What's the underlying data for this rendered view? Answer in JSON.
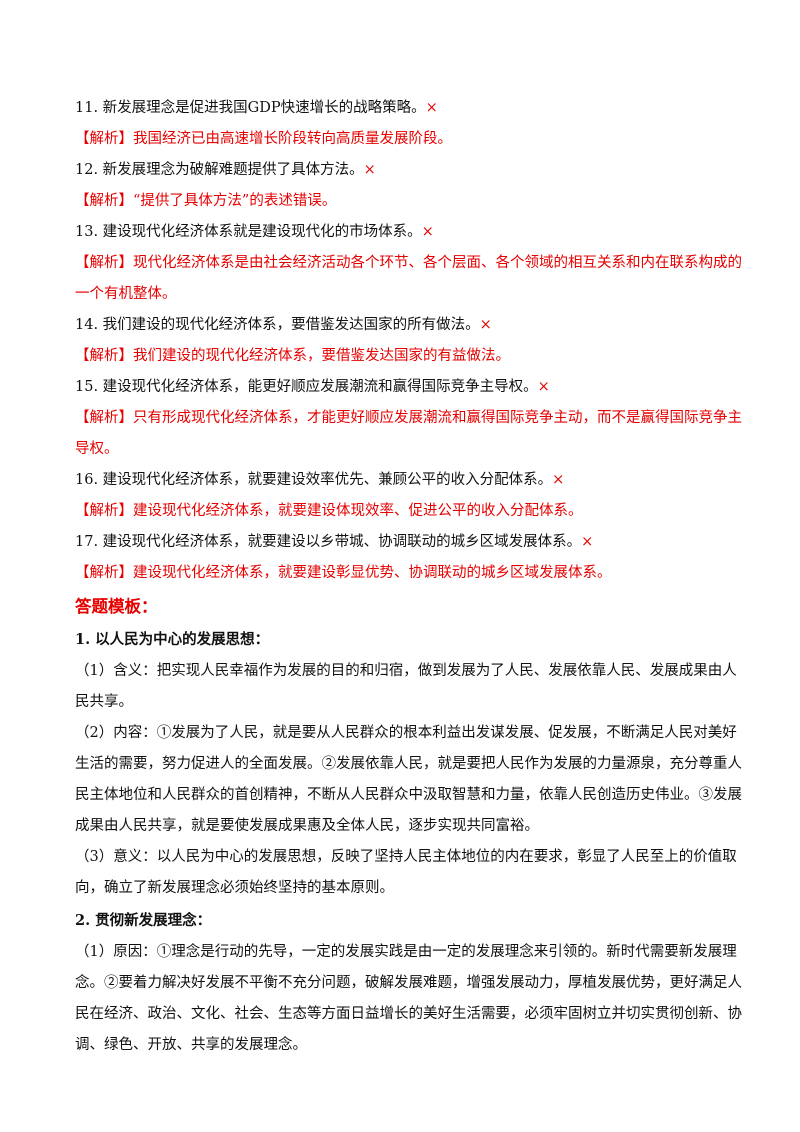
{
  "items": [
    {
      "q": "11. 新发展理念是促进我国GDP快速增长的战略策略。",
      "mark": "×",
      "analysis": [
        "【解析】我国经济已由高速增长阶段转向高质量发展阶段。"
      ]
    },
    {
      "q": "12. 新发展理念为破解难题提供了具体方法。",
      "mark": "×",
      "analysis": [
        "【解析】“提供了具体方法”的表述错误。"
      ]
    },
    {
      "q": "13. 建设现代化经济体系就是建设现代化的市场体系。",
      "mark": "×",
      "analysis": [
        "【解析】现代化经济体系是由社会经济活动各个环节、各个层面、各个领域的相互关系和内在联系构成的",
        "一个有机整体。"
      ]
    },
    {
      "q": "14. 我们建设的现代化经济体系，要借鉴发达国家的所有做法。",
      "mark": "×",
      "analysis": [
        "【解析】我们建设的现代化经济体系，要借鉴发达国家的有益做法。"
      ]
    },
    {
      "q": "15. 建设现代化经济体系，能更好顺应发展潮流和赢得国际竞争主导权。",
      "mark": "×",
      "analysis": [
        "【解析】只有形成现代化经济体系，才能更好顺应发展潮流和赢得国际竞争主动，而不是赢得国际竞争主",
        "导权。"
      ]
    },
    {
      "q": "16. 建设现代化经济体系，就要建设效率优先、兼顾公平的收入分配体系。",
      "mark": "×",
      "analysis": [
        "【解析】建设现代化经济体系，就要建设体现效率、促进公平的收入分配体系。"
      ]
    },
    {
      "q": "17. 建设现代化经济体系，就要建设以乡带城、协调联动的城乡区域发展体系。",
      "mark": "×",
      "analysis": [
        "【解析】建设现代化经济体系，就要建设彰显优势、协调联动的城乡区域发展体系。"
      ]
    }
  ],
  "template": {
    "heading": "答题模板：",
    "section1": {
      "title": "1. 以人民为中心的发展思想：",
      "p1": [
        "（1）含义：把实现人民幸福作为发展的目的和归宿，做到发展为了人民、发展依靠人民、发展成果由人",
        "民共享。"
      ],
      "p2": [
        "（2）内容：①发展为了人民，就是要从人民群众的根本利益出发谋发展、促发展，不断满足人民对美好",
        "生活的需要，努力促进人的全面发展。②发展依靠人民，就是要把人民作为发展的力量源泉，充分尊重人",
        "民主体地位和人民群众的首创精神，不断从人民群众中汲取智慧和力量，依靠人民创造历史伟业。③发展",
        "成果由人民共享，就是要使发展成果惠及全体人民，逐步实现共同富裕。"
      ],
      "p3": [
        "（3）意义：以人民为中心的发展思想，反映了坚持人民主体地位的内在要求，彰显了人民至上的价值取",
        "向，确立了新发展理念必须始终坚持的基本原则。"
      ]
    },
    "section2": {
      "title": "2. 贯彻新发展理念：",
      "p1": [
        "（1）原因：①理念是行动的先导，一定的发展实践是由一定的发展理念来引领的。新时代需要新发展理",
        "念。②要着力解决好发展不平衡不充分问题，破解发展难题，增强发展动力，厚植发展优势，更好满足人",
        "民在经济、政治、文化、社会、生态等方面日益增长的美好生活需要，必须牢固树立并切实贯彻创新、协",
        "调、绿色、开放、共享的发展理念。"
      ]
    }
  }
}
